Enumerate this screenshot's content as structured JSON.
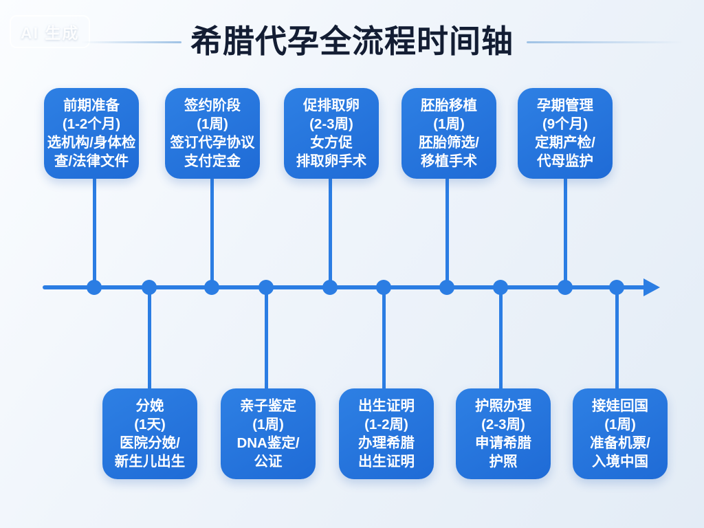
{
  "badge": {
    "label": "AI 生成"
  },
  "title": "希腊代孕全流程时间轴",
  "timeline": {
    "top_boxes": [
      {
        "lines": [
          "前期准备",
          "(1-2个月)",
          "选机构/身体检",
          "查/法律文件"
        ]
      },
      {
        "lines": [
          "签约阶段",
          "(1周)",
          "签订代孕协议",
          "支付定金"
        ]
      },
      {
        "lines": [
          "促排取卵",
          "(2-3周)",
          "女方促",
          "排取卵手术"
        ]
      },
      {
        "lines": [
          "胚胎移植",
          "(1周)",
          "胚胎筛选/",
          "移植手术"
        ]
      },
      {
        "lines": [
          "孕期管理",
          "(9个月)",
          "定期产检/",
          "代母监护"
        ]
      }
    ],
    "bottom_boxes": [
      {
        "lines": [
          "分娩",
          "(1天)",
          "医院分娩/",
          "新生儿出生"
        ]
      },
      {
        "lines": [
          "亲子鉴定",
          "(1周)",
          "DNA鉴定/",
          "公证"
        ]
      },
      {
        "lines": [
          "出生证明",
          "(1-2周)",
          "办理希腊",
          "出生证明"
        ]
      },
      {
        "lines": [
          "护照办理",
          "(2-3周)",
          "申请希腊",
          "护照"
        ]
      },
      {
        "lines": [
          "接娃回国",
          "(1周)",
          "准备机票/",
          "入境中国"
        ]
      }
    ]
  },
  "colors": {
    "box_blue": "#2272dd",
    "axis_blue": "#2b7de3",
    "title_navy": "#131d33",
    "background_light": "#edf3fa",
    "text_white": "#ffffff"
  }
}
